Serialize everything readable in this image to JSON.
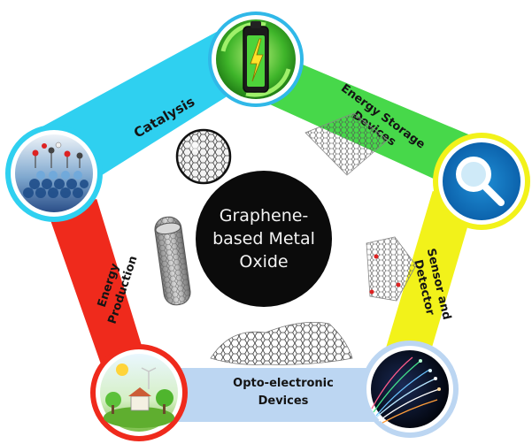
{
  "center": {
    "lines": [
      "Graphene-",
      "based Metal",
      "Oxide"
    ]
  },
  "applications": [
    {
      "id": "catalysis",
      "lines": [
        "Catalysis"
      ]
    },
    {
      "id": "energy-storage",
      "lines": [
        "Energy Storage",
        "Devices"
      ]
    },
    {
      "id": "sensor",
      "lines": [
        "Sensor and",
        "Detector"
      ]
    },
    {
      "id": "opto",
      "lines": [
        "Opto-electronic",
        "Devices"
      ]
    },
    {
      "id": "energy-production",
      "lines": [
        "Energy",
        "Production"
      ]
    }
  ],
  "icons": {
    "battery": "battery-icon",
    "magnifier": "magnifier-icon",
    "fiber": "optical-fiber-icon",
    "green-city": "green-city-icon",
    "catalyst": "catalyst-surface-icon",
    "fullerene": "fullerene-icon",
    "nanotube": "nanotube-icon",
    "sheets": "graphene-sheet-icon"
  },
  "colors": {
    "catalysis_band": "#2fd0f0",
    "energy_storage_band": "#47d84a",
    "sensor_band": "#f2f21a",
    "opto_band": "#bcd6f2",
    "energy_production_band": "#ef2a1c",
    "center": "#0b0b0b"
  }
}
